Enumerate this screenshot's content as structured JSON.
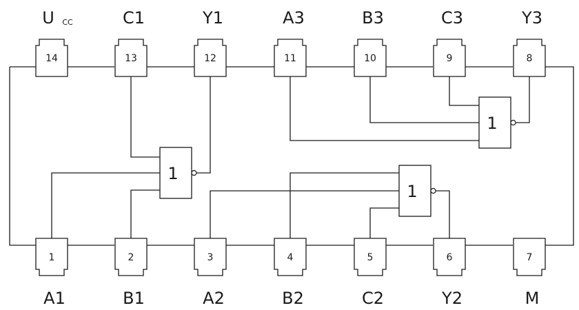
{
  "pins": {
    "p1": {
      "number": "1",
      "name": "A1"
    },
    "p2": {
      "number": "2",
      "name": "B1"
    },
    "p3": {
      "number": "3",
      "name": "A2"
    },
    "p4": {
      "number": "4",
      "name": "B2"
    },
    "p5": {
      "number": "5",
      "name": "C2"
    },
    "p6": {
      "number": "6",
      "name": "Y2"
    },
    "p7": {
      "number": "7",
      "name": "M"
    },
    "p8": {
      "number": "8",
      "name": "Y3"
    },
    "p9": {
      "number": "9",
      "name": "C3"
    },
    "p10": {
      "number": "10",
      "name": "B3"
    },
    "p11": {
      "number": "11",
      "name": "A3"
    },
    "p12": {
      "number": "12",
      "name": "Y1"
    },
    "p13": {
      "number": "13",
      "name": "C1"
    },
    "p14": {
      "number": "14",
      "name": "U",
      "subscript": "CC"
    }
  },
  "gates": {
    "g1": {
      "label": "1"
    },
    "g2": {
      "label": "1"
    },
    "g3": {
      "label": "1"
    }
  }
}
